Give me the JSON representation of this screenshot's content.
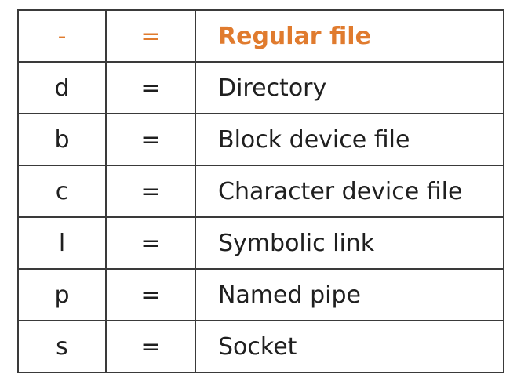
{
  "rows": [
    {
      "code": "-",
      "sep": "=",
      "desc": "Regular file",
      "highlight": true
    },
    {
      "code": "d",
      "sep": "=",
      "desc": "Directory"
    },
    {
      "code": "b",
      "sep": "=",
      "desc": "Block device file"
    },
    {
      "code": "c",
      "sep": "=",
      "desc": "Character device file"
    },
    {
      "code": "l",
      "sep": "=",
      "desc": "Symbolic link"
    },
    {
      "code": "p",
      "sep": "=",
      "desc": "Named pipe"
    },
    {
      "code": "s",
      "sep": "=",
      "desc": "Socket"
    }
  ],
  "colors": {
    "highlight": "#e07b2e",
    "text": "#1f1f1f",
    "border": "#3a3a3a"
  }
}
